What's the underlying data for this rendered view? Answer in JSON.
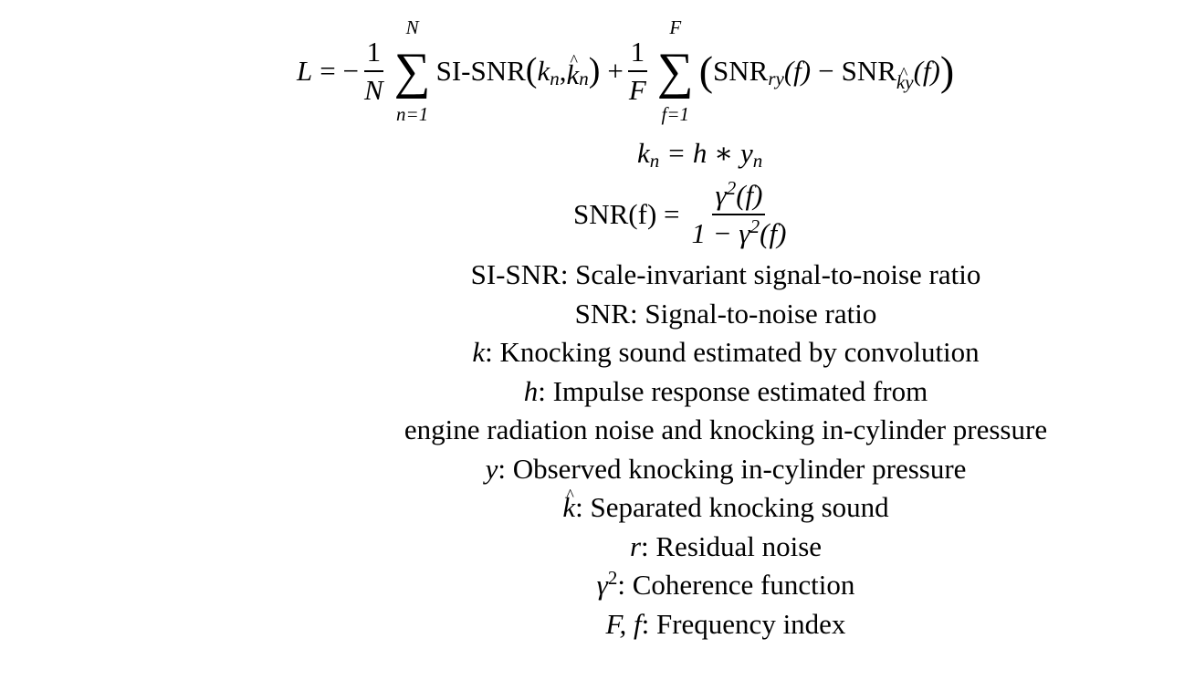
{
  "loss_equation": {
    "lhs": "L",
    "eq_minus": "= −",
    "frac1_num": "1",
    "frac1_den": "N",
    "sum1_upper": "N",
    "sum1_lower": "n=1",
    "sum_symbol": "∑",
    "si_snr": "SI-SNR",
    "k": "k",
    "n": "n",
    "comma": ",",
    "plus": "+",
    "frac2_num": "1",
    "frac2_den": "F",
    "sum2_upper": "F",
    "sum2_lower": "f=1",
    "snr": "SNR",
    "sub_ry": "ry",
    "sub_ky": "y",
    "f_arg": "(f)",
    "minus": "−"
  },
  "convolution_equation": {
    "k": "k",
    "n": "n",
    "eq": "= h ∗ y"
  },
  "snr_equation": {
    "lhs": "SNR(f) =",
    "num_gamma": "γ",
    "sup": "2",
    "arg": "(f)",
    "den_prefix": "1 − γ"
  },
  "definitions": [
    {
      "symbol": "SI-SNR",
      "text": ": Scale-invariant signal-to-noise ratio"
    },
    {
      "symbol": "SNR",
      "text": ": Signal-to-noise ratio"
    },
    {
      "symbol": "k",
      "text": ": Knocking sound estimated by convolution"
    },
    {
      "symbol": "h",
      "text": ": Impulse response estimated from"
    },
    {
      "symbol": "",
      "text": "engine radiation noise and knocking in-cylinder pressure"
    },
    {
      "symbol": "y",
      "text": ": Observed knocking in-cylinder pressure"
    },
    {
      "symbol": "k",
      "text": ": Separated knocking sound"
    },
    {
      "symbol": "r",
      "text": ": Residual noise"
    },
    {
      "symbol": "γ",
      "sup": "2",
      "text": ": Coherence function"
    },
    {
      "symbol": "F, f",
      "text": ": Frequency index"
    }
  ]
}
